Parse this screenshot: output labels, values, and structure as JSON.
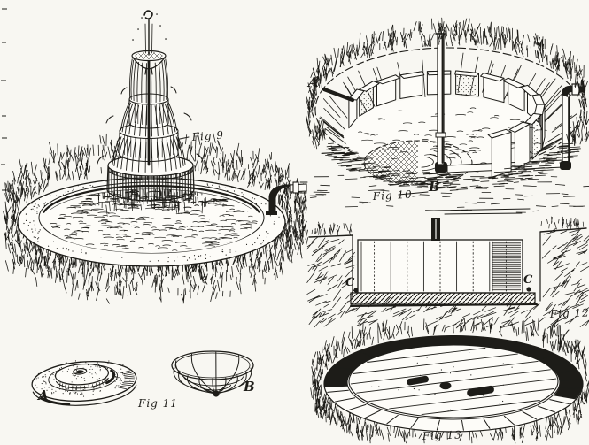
{
  "colors": {
    "ink": "#1d1c18",
    "paper": "#f8f7f2",
    "paper_highlight": "#fdfcf8"
  },
  "figures": {
    "fig9": {
      "caption": "Fig 9"
    },
    "fig10": {
      "caption": "Fig 10",
      "callout_a": "A",
      "callout_b": "B"
    },
    "fig11": {
      "caption": "Fig 11",
      "callout_a": "A",
      "callout_b": "B"
    },
    "fig12": {
      "caption": "Fig 12",
      "callout_c_left": "C",
      "callout_c_right": "C"
    },
    "fig13": {
      "caption": "Fig 13"
    }
  }
}
